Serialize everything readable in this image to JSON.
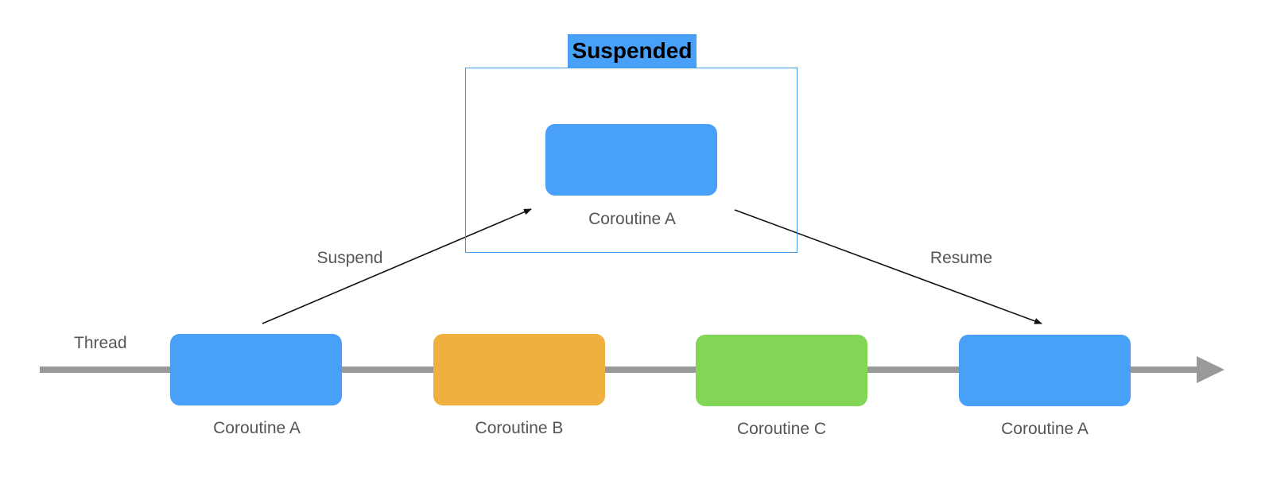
{
  "colors": {
    "coroutine_a": "#49a0f8",
    "coroutine_b": "#efb040",
    "coroutine_c": "#81d655",
    "thread_line": "#999999",
    "suspended_frame": "#3d9be9",
    "suspended_title_bg": "#49a0f8",
    "arrow": "#111111",
    "label_text": "#555555"
  },
  "suspended": {
    "title": "Suspended",
    "block_label": "Coroutine A"
  },
  "thread": {
    "label": "Thread"
  },
  "timeline": [
    {
      "label": "Coroutine A",
      "color_key": "coroutine_a"
    },
    {
      "label": "Coroutine B",
      "color_key": "coroutine_b"
    },
    {
      "label": "Coroutine C",
      "color_key": "coroutine_c"
    },
    {
      "label": "Coroutine A",
      "color_key": "coroutine_a"
    }
  ],
  "transitions": {
    "suspend_label": "Suspend",
    "resume_label": "Resume"
  }
}
